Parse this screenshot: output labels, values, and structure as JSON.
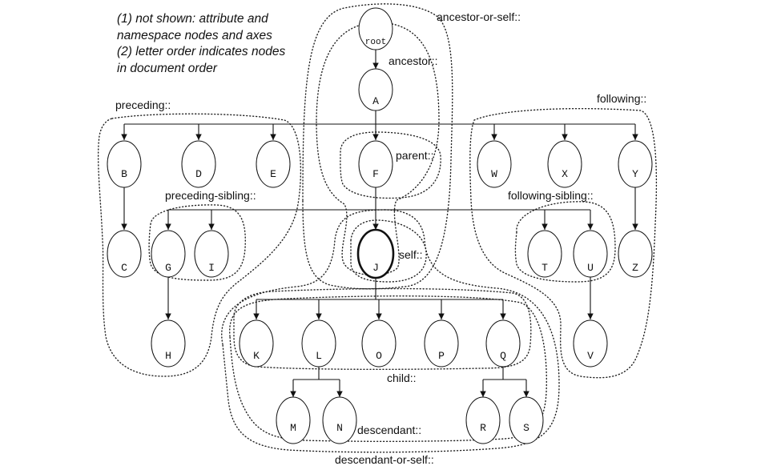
{
  "notes": [
    "(1) not shown: attribute and",
    "namespace nodes and axes",
    "(2) letter order indicates nodes",
    "in document order"
  ],
  "nodes": {
    "root": "root",
    "A": "A",
    "B": "B",
    "C": "C",
    "D": "D",
    "E": "E",
    "F": "F",
    "G": "G",
    "H": "H",
    "I": "I",
    "J": "J",
    "K": "K",
    "L": "L",
    "M": "M",
    "N": "N",
    "O": "O",
    "P": "P",
    "Q": "Q",
    "R": "R",
    "S": "S",
    "T": "T",
    "U": "U",
    "V": "V",
    "W": "W",
    "X": "X",
    "Y": "Y",
    "Z": "Z"
  },
  "axes": {
    "ancestor_or_self": "ancestor-or-self::",
    "ancestor": "ancestor::",
    "preceding": "preceding::",
    "following": "following::",
    "parent": "parent::",
    "preceding_sibling": "preceding-sibling::",
    "following_sibling": "following-sibling::",
    "self": "self::",
    "child": "child::",
    "descendant": "descendant::",
    "descendant_or_self": "descendant-or-self::"
  }
}
